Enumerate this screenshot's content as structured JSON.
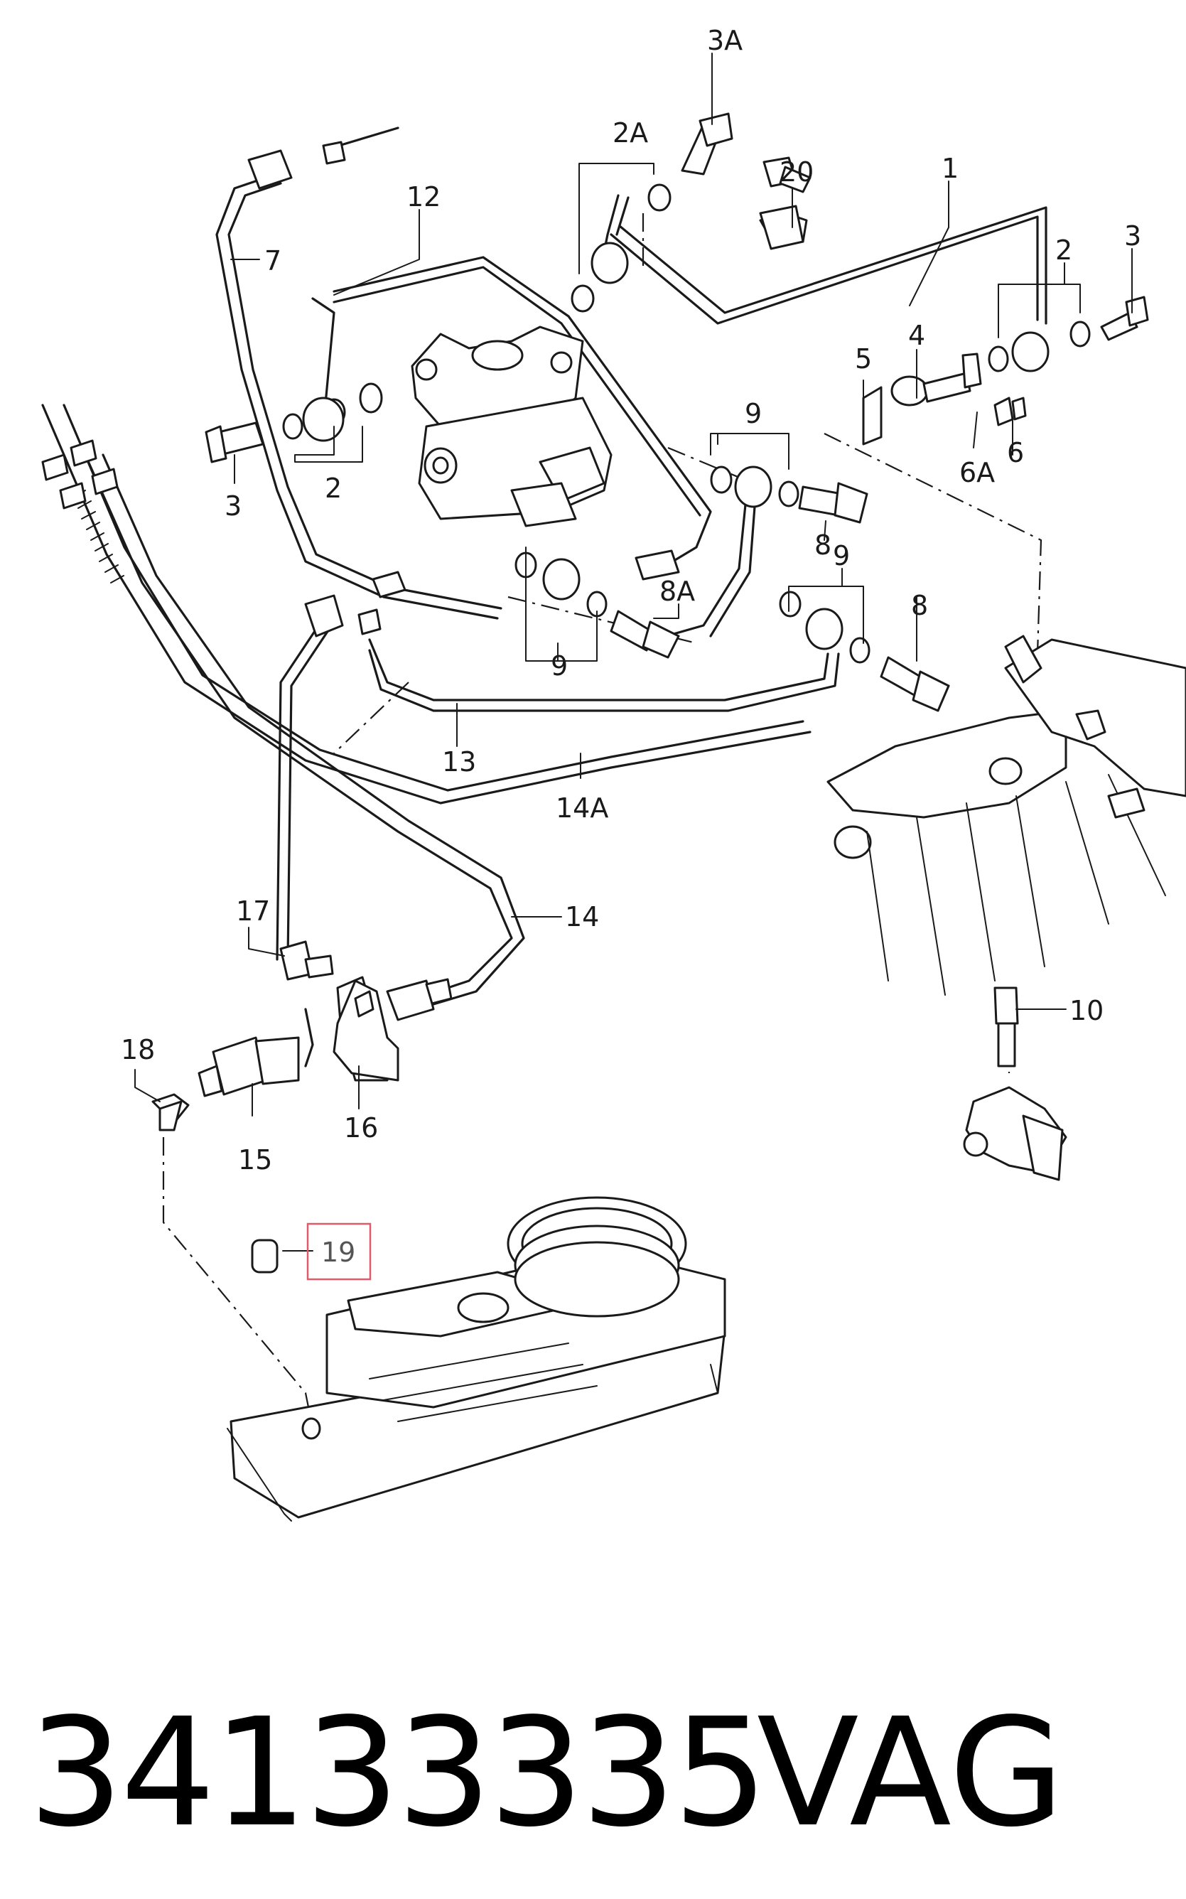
{
  "callouts": {
    "c1": "1",
    "c2a": "2",
    "c2b": "2",
    "c2A": "2A",
    "c3a": "3",
    "c3b": "3",
    "c3A": "3A",
    "c4": "4",
    "c5": "5",
    "c6": "6",
    "c6A": "6A",
    "c7": "7",
    "c8a": "8",
    "c8b": "8",
    "c8A": "8A",
    "c9a": "9",
    "c9b": "9",
    "c9c": "9",
    "c10": "10",
    "c12": "12",
    "c13": "13",
    "c14": "14",
    "c14A": "14A",
    "c15": "15",
    "c16": "16",
    "c17": "17",
    "c18": "18",
    "c19": "19",
    "c20": "20"
  },
  "highlight": {
    "callout": "19",
    "color": "#e05a6a"
  },
  "footer": {
    "part_number": "34133335",
    "brand": "VAG"
  }
}
